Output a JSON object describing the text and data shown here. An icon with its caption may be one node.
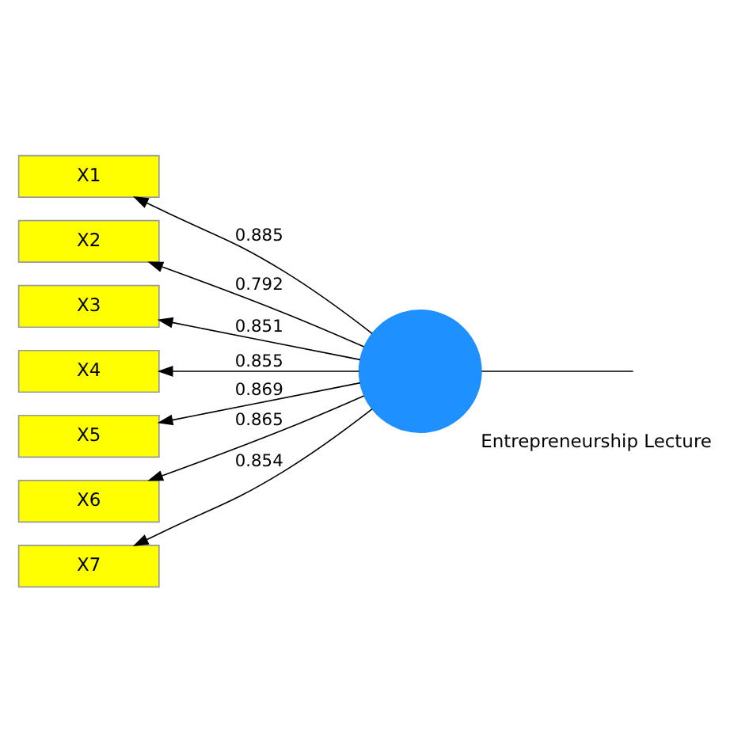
{
  "diagram": {
    "nodes": [
      {
        "text": [
          "X1"
        ]
      },
      {
        "text": [
          "X2"
        ]
      },
      {
        "text": [
          "X3"
        ]
      },
      {
        "text": [
          "X4"
        ]
      },
      {
        "text": [
          "X5"
        ]
      },
      {
        "text": [
          "X6"
        ]
      },
      {
        "text": [
          "X7"
        ]
      },
      {
        "text": [],
        "shape": "circle",
        "beside": [
          "Entrepreneurship Lecture"
        ]
      }
    ],
    "edges": [
      {
        "from": 7,
        "to": 0,
        "arrow": "to",
        "label": "0.885"
      },
      {
        "from": 7,
        "to": 1,
        "arrow": "to",
        "label": "0.792"
      },
      {
        "from": 7,
        "to": 2,
        "arrow": "to",
        "label": "0.851"
      },
      {
        "from": 7,
        "to": 3,
        "arrow": "to",
        "label": "0.855"
      },
      {
        "from": 7,
        "to": 4,
        "arrow": "to",
        "label": "0.869"
      },
      {
        "from": 7,
        "to": 5,
        "arrow": "to",
        "label": "0.865"
      },
      {
        "from": 7,
        "to": 6,
        "arrow": "to",
        "label": "0.854"
      },
      {
        "from": 7,
        "to": null,
        "arrow": "none"
      }
    ]
  }
}
